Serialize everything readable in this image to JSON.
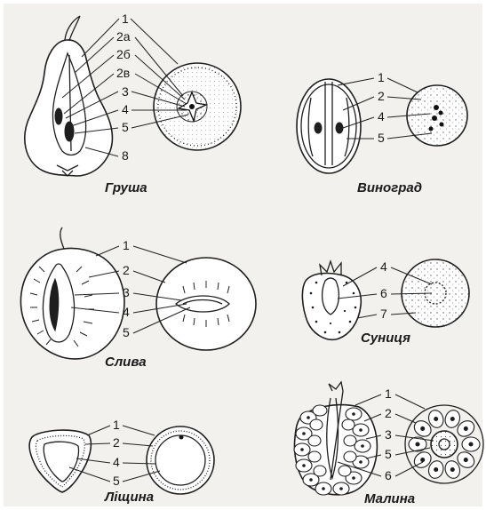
{
  "pear": {
    "caption": "Груша",
    "labels": [
      "1",
      "2а",
      "2б",
      "2в",
      "3",
      "4",
      "5",
      "8"
    ]
  },
  "grape": {
    "caption": "Виноград",
    "labels": [
      "1",
      "2",
      "4",
      "5"
    ]
  },
  "plum": {
    "caption": "Слива",
    "labels": [
      "1",
      "2",
      "3",
      "4",
      "5"
    ]
  },
  "strawberry": {
    "caption": "Суниця",
    "labels": [
      "4",
      "6",
      "7"
    ]
  },
  "hazel": {
    "caption": "Ліщина",
    "labels": [
      "1",
      "2",
      "4",
      "5"
    ]
  },
  "raspberry": {
    "caption": "Малина",
    "labels": [
      "1",
      "2",
      "3",
      "5",
      "6"
    ]
  }
}
